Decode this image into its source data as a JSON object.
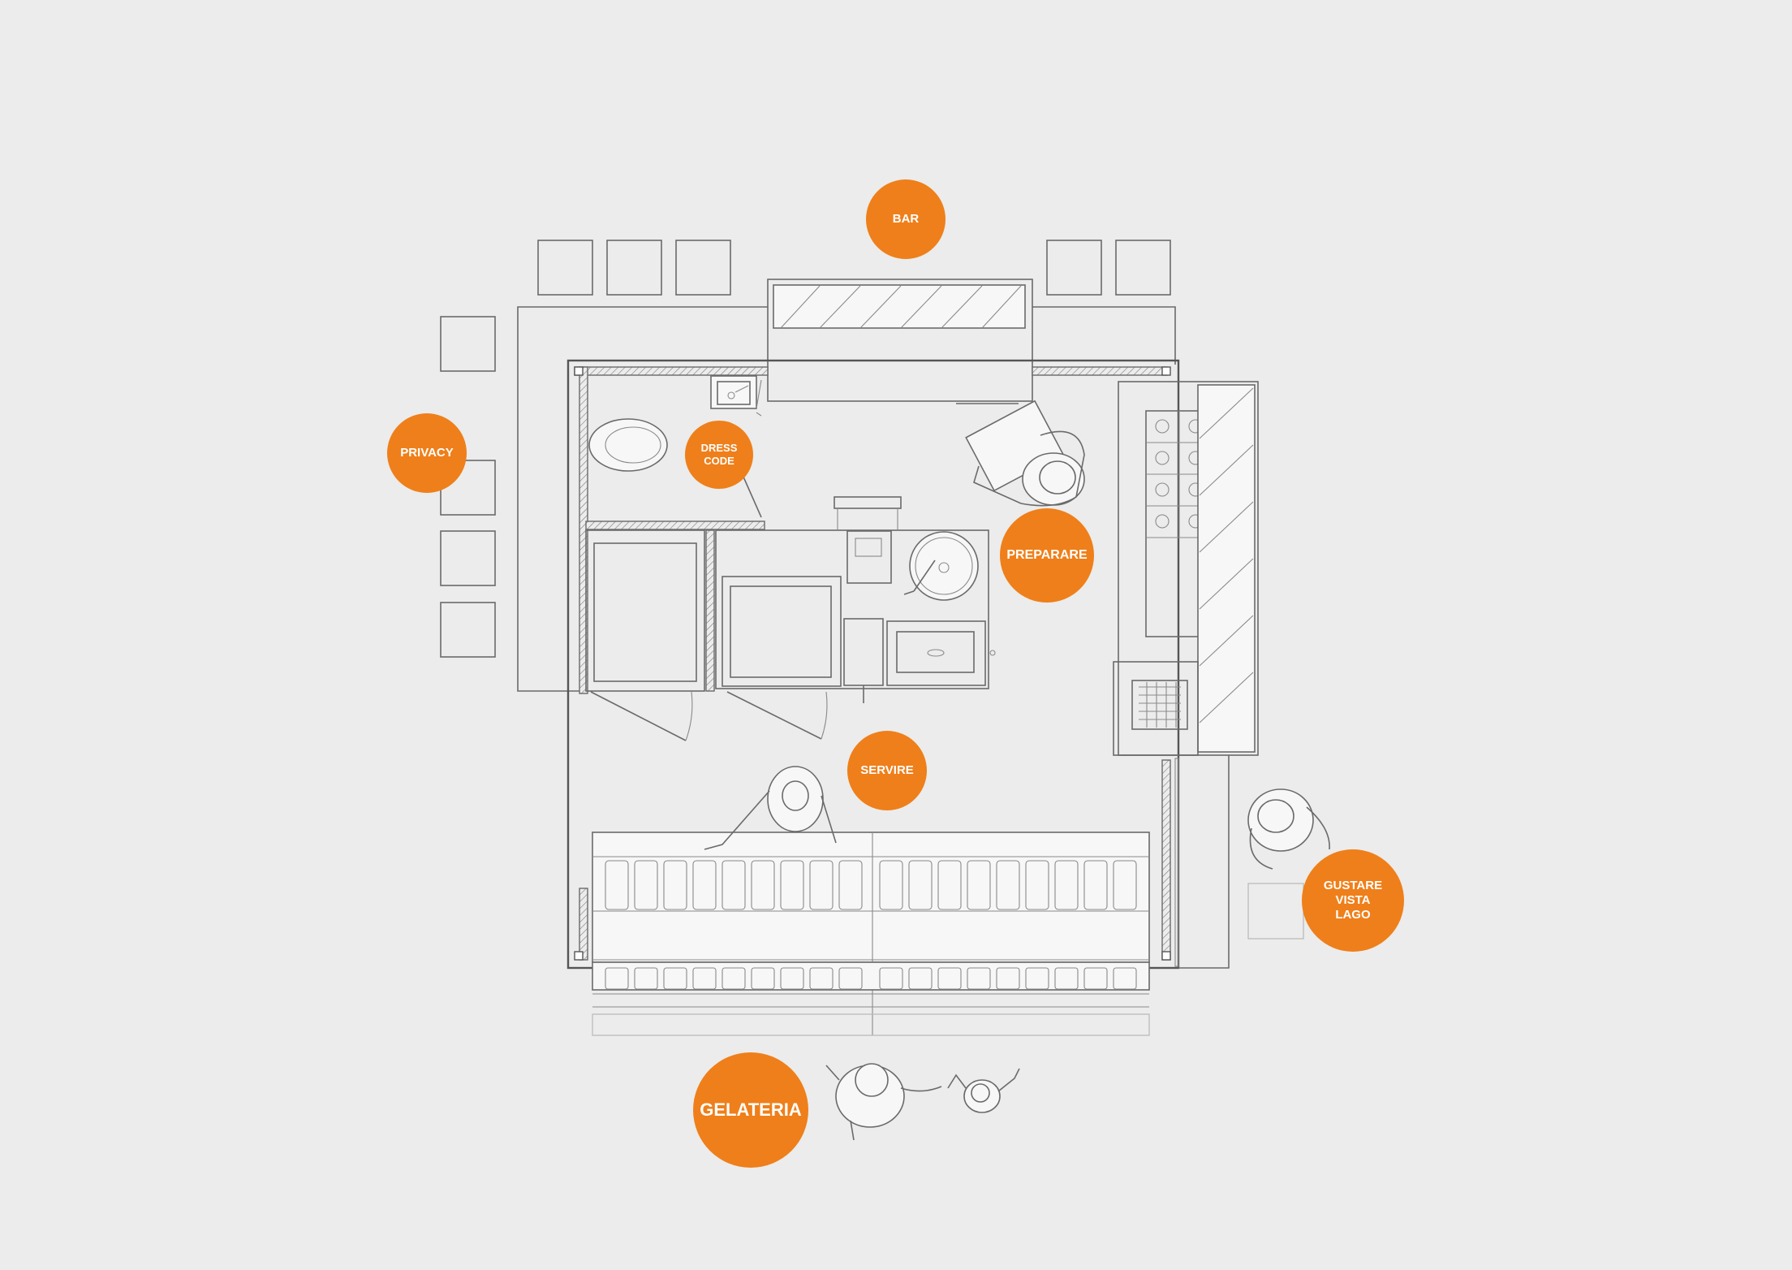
{
  "labels": {
    "bar": "BAR",
    "privacy": "PRIVACY",
    "dress_code": "DRESS\nCODE",
    "preparare": "PREPARARE",
    "servire": "SERVIRE",
    "gustare_vista_lago": "GUSTARE\nVISTA\nLAGO",
    "gelateria": "GELATERIA"
  },
  "colors": {
    "accent": "#ef7f1a",
    "background": "#ebeceb",
    "line": "#6a6a6a"
  }
}
